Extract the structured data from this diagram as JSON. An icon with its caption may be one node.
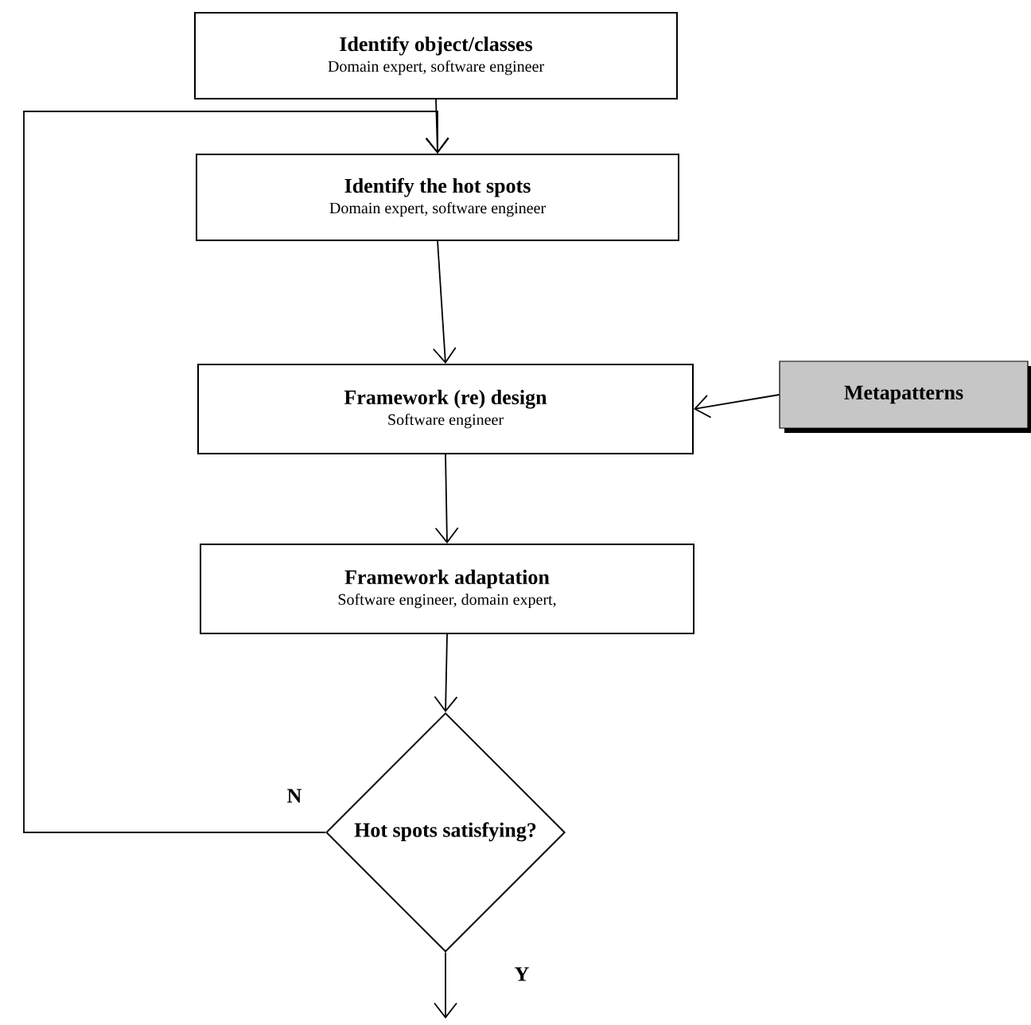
{
  "diagram": {
    "nodes": [
      {
        "text": [
          "Identify object/classes",
          "Domain expert, software engineer"
        ]
      },
      {
        "text": [
          "Identify the hot spots",
          "Domain expert, software engineer"
        ]
      },
      {
        "text": [
          "Framework (re) design",
          "Software engineer"
        ]
      },
      {
        "text": [
          "Metapatterns"
        ]
      },
      {
        "text": [
          "Framework adaptation",
          "Software engineer, domain expert,"
        ]
      },
      {
        "text": [
          "Hot spots satisfying?"
        ]
      }
    ],
    "edges": [
      {
        "from": 0,
        "to": 1,
        "arrow": "to"
      },
      {
        "from": 1,
        "to": 2,
        "arrow": "to"
      },
      {
        "from": 3,
        "to": 2,
        "arrow": "to"
      },
      {
        "from": 2,
        "to": 4,
        "arrow": "to"
      },
      {
        "from": 4,
        "to": 5,
        "arrow": "to"
      },
      {
        "from": 5,
        "to": 1,
        "arrow": "to",
        "label": "N"
      },
      {
        "from": 5,
        "to": null,
        "arrow": "to",
        "label": "Y"
      }
    ]
  }
}
